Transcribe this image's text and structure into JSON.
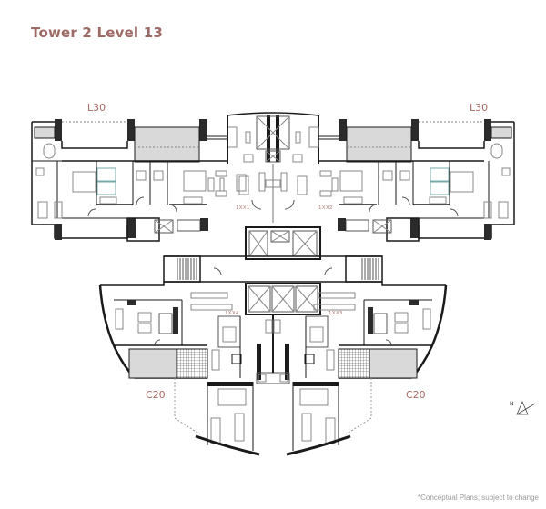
{
  "title": "Tower 2 Level 13",
  "view_labels": {
    "top_left": "L30",
    "top_right": "L30",
    "bottom_left": "C20",
    "bottom_right": "C20"
  },
  "units": {
    "top_left": "1XX1",
    "top_right": "1XX2",
    "bottom_left": "1XX4",
    "bottom_right": "1XX3"
  },
  "compass": {
    "label": "N",
    "icon": "north-arrow-icon"
  },
  "footnote": "*Conceptual Plans; subject to change",
  "colors": {
    "title": "#9e6a66",
    "labels": "#a86b65",
    "walls": "#1a1a1a",
    "fill_gray": "#d9d9d9",
    "lines": "#555555"
  }
}
